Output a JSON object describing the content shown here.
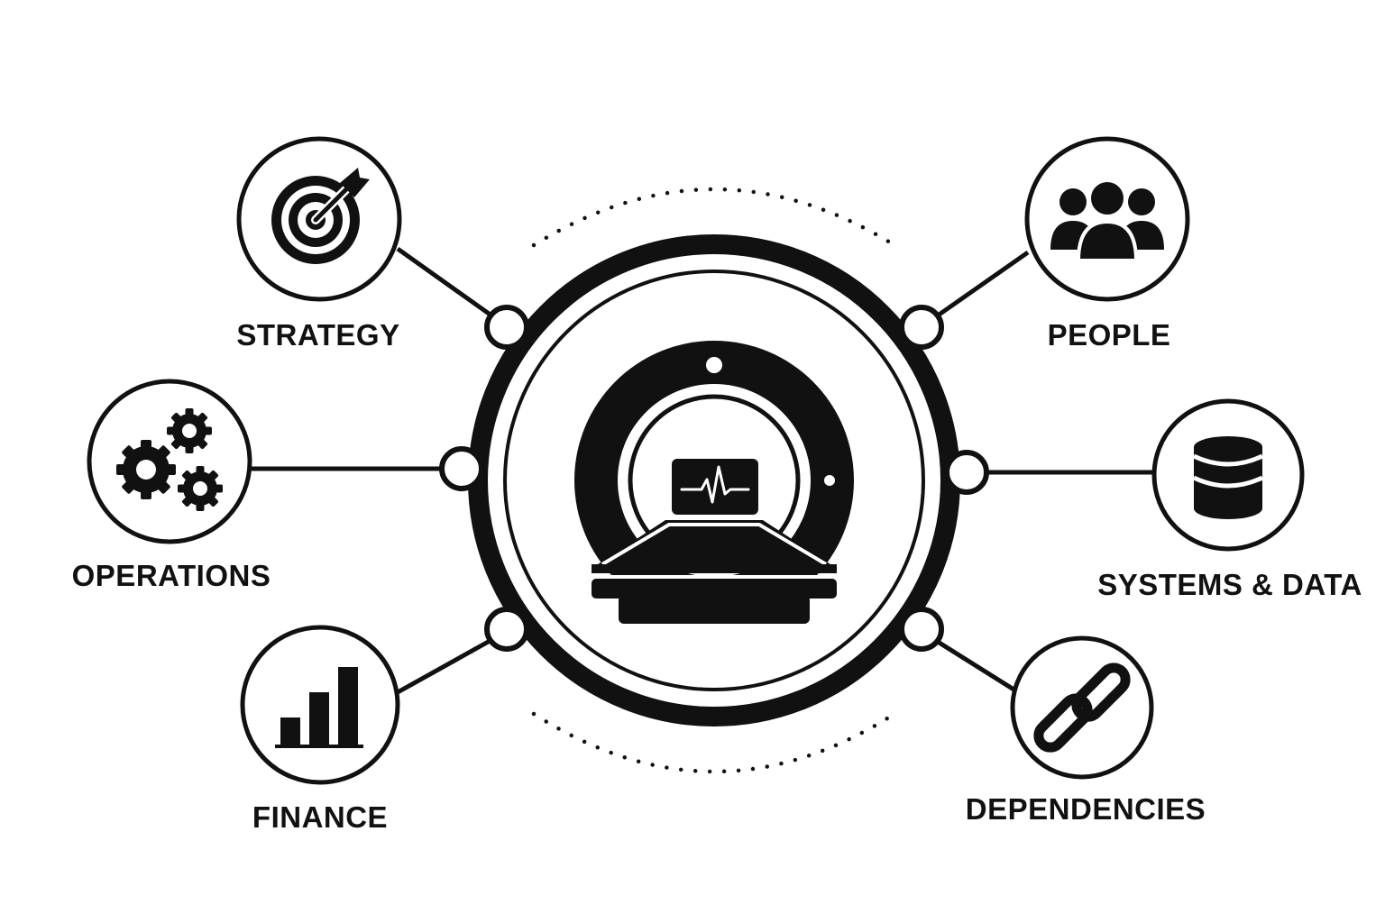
{
  "diagram": {
    "center": {
      "icon": "mri-scanner-icon"
    },
    "nodes": [
      {
        "id": "strategy",
        "label": "STRATEGY",
        "icon": "target-icon"
      },
      {
        "id": "operations",
        "label": "OPERATIONS",
        "icon": "gears-icon"
      },
      {
        "id": "finance",
        "label": "FINANCE",
        "icon": "bar-chart-icon"
      },
      {
        "id": "people",
        "label": "PEOPLE",
        "icon": "people-icon"
      },
      {
        "id": "systems-data",
        "label": "SYSTEMS & DATA",
        "icon": "database-icon"
      },
      {
        "id": "dependencies",
        "label": "DEPENDENCIES",
        "icon": "link-icon"
      }
    ]
  },
  "colors": {
    "ink": "#111111",
    "background": "#ffffff"
  }
}
